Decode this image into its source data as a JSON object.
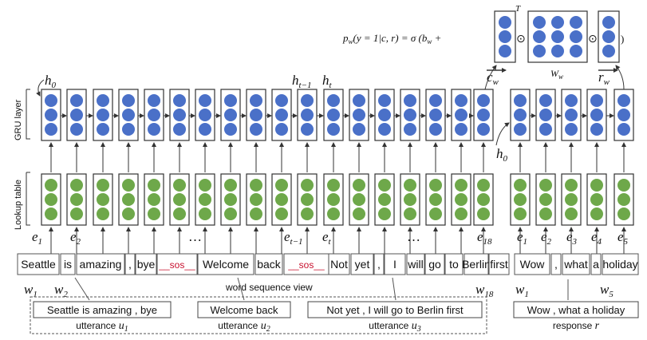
{
  "colors": {
    "gru": "#4a70c8",
    "lookup": "#6ea84a",
    "sos": "#c8102e"
  },
  "layer_labels": {
    "gru": "GRU layer",
    "lookup": "Lookup table"
  },
  "formula": {
    "lhs": "p",
    "sub": "w",
    "rest": "(y = 1|c, r) = σ (b",
    "sub2": "w",
    "plus": "+",
    "close": ")",
    "transpose": "T",
    "odot": "⊙"
  },
  "state_labels": {
    "h0": "h",
    "h0_sub": "0",
    "ht1": "h",
    "ht1_sub": "t−1",
    "ht": "h",
    "ht_sub": "t",
    "h0_resp": "h",
    "h0_resp_sub": "0"
  },
  "vector_labels": {
    "cw": "c",
    "cw_sub": "w",
    "Ww": "W",
    "Ww_sub": "w",
    "rw": "r",
    "rw_sub": "w"
  },
  "embedding_labels": [
    "e1",
    "e2",
    "…",
    "et−1",
    "et",
    "…",
    "e18",
    "e1",
    "e2",
    "e3",
    "e4",
    "e5"
  ],
  "context_words": [
    "Seattle",
    "is",
    "amazing",
    ",",
    "bye",
    "__sos__",
    "Welcome",
    "back",
    "__sos__",
    "Not",
    "yet",
    ",",
    "I",
    "will",
    "go",
    "to",
    "Berlin",
    "first"
  ],
  "response_words": [
    "Wow",
    ",",
    "what",
    "a",
    "holiday"
  ],
  "word_labels": {
    "w1": "w",
    "w1_sub": "1",
    "w2": "w",
    "w2_sub": "2",
    "w18": "w",
    "w18_sub": "18",
    "rw1": "w",
    "rw1_sub": "1",
    "rw5": "w",
    "rw5_sub": "5"
  },
  "view_label": "word sequence view",
  "utterances": [
    {
      "text": "Seattle is amazing , bye",
      "label": "utterance",
      "var": "u",
      "sub": "1"
    },
    {
      "text": "Welcome back",
      "label": "utterance",
      "var": "u",
      "sub": "2"
    },
    {
      "text": "Not yet , I will go to Berlin first",
      "label": "utterance",
      "var": "u",
      "sub": "3"
    }
  ],
  "response": {
    "text": "Wow , what a holiday",
    "label": "response",
    "var": "r"
  }
}
